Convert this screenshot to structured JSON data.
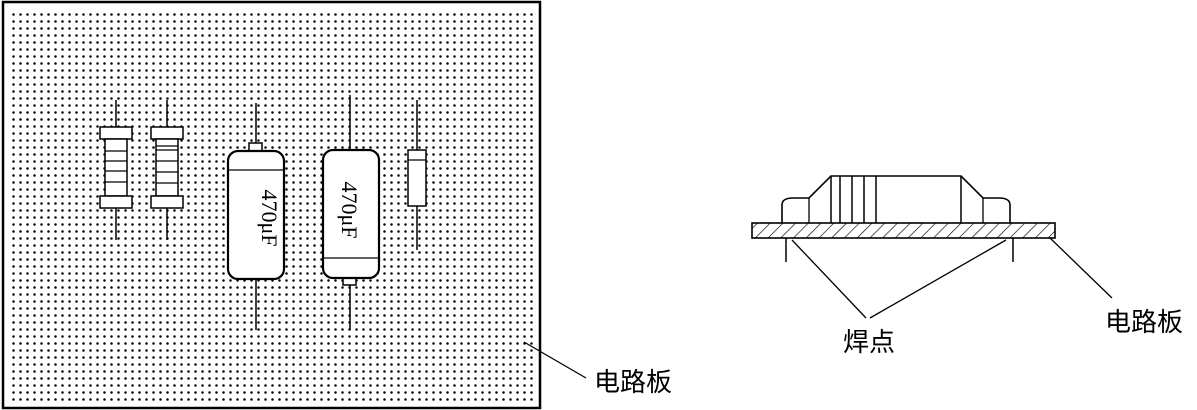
{
  "labels": {
    "board_left": "电路板",
    "board_right": "电路板",
    "solder_joint": "焊点",
    "capacitor_1": "470μF",
    "capacitor_2": "470μF"
  },
  "colors": {
    "ink": "#000000",
    "background": "#ffffff"
  }
}
